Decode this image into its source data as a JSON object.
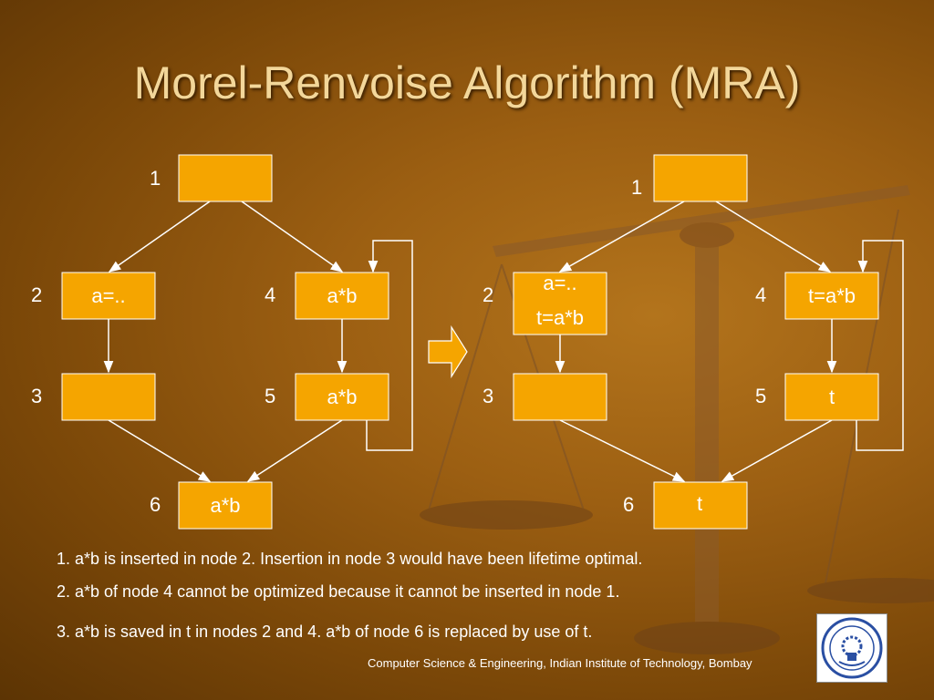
{
  "slide": {
    "title": "Morel-Renvoise Algorithm (MRA)",
    "footer": "Computer  Science & Engineering, Indian Institute of Technology,  Bombay"
  },
  "colors": {
    "node_fill": "#f5a500",
    "node_border": "#ffffff",
    "edge": "#ffffff",
    "title": "#f3d79a",
    "text": "#ffffff"
  },
  "diagram": {
    "left": {
      "nodes": [
        {
          "id": "1",
          "number": "1",
          "text": ""
        },
        {
          "id": "2",
          "number": "2",
          "text": "a=.."
        },
        {
          "id": "3",
          "number": "3",
          "text": ""
        },
        {
          "id": "4",
          "number": "4",
          "text": "a*b"
        },
        {
          "id": "5",
          "number": "5",
          "text": "a*b"
        },
        {
          "id": "6",
          "number": "6",
          "text": "a*b"
        }
      ]
    },
    "right": {
      "nodes": [
        {
          "id": "1",
          "number": "1",
          "text": ""
        },
        {
          "id": "2",
          "number": "2",
          "text_line1": "a=..",
          "text_line2": "t=a*b"
        },
        {
          "id": "3",
          "number": "3",
          "text": ""
        },
        {
          "id": "4",
          "number": "4",
          "text": "t=a*b"
        },
        {
          "id": "5",
          "number": "5",
          "text": "t"
        },
        {
          "id": "6",
          "number": "6",
          "text": "t"
        }
      ]
    },
    "edges": [
      [
        "1",
        "2"
      ],
      [
        "1",
        "4"
      ],
      [
        "2",
        "3"
      ],
      [
        "4",
        "5"
      ],
      [
        "5",
        "4"
      ],
      [
        "3",
        "6"
      ],
      [
        "5",
        "6"
      ]
    ]
  },
  "notes": [
    "1. a*b is inserted in node 2. Insertion in node 3 would have been lifetime optimal.",
    "2. a*b of node 4 cannot be optimized because it cannot be inserted in node 1.",
    "3. a*b is saved in t in nodes 2 and 4. a*b of node 6 is replaced by use of t."
  ],
  "logo": {
    "icon": "institute-seal-icon"
  }
}
